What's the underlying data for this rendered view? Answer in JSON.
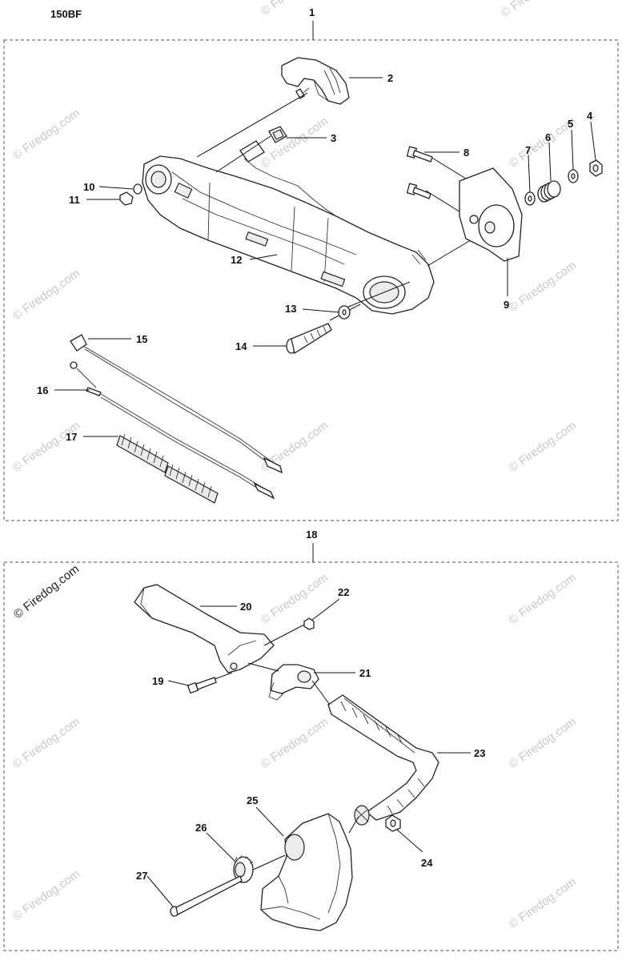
{
  "model_code": "150BF",
  "groups": [
    {
      "number": "1",
      "description": ""
    },
    {
      "number": "18",
      "description": ""
    }
  ],
  "watermarks": [
    "© Firedog.com",
    "© Firedog.com",
    "© Firedog.com",
    "© Firedog.com"
  ],
  "corner_watermark": "© Firedog.com",
  "callouts": [
    {
      "number": "2"
    },
    {
      "number": "3"
    },
    {
      "number": "4"
    },
    {
      "number": "5"
    },
    {
      "number": "6"
    },
    {
      "number": "7"
    },
    {
      "number": "8"
    },
    {
      "number": "9"
    },
    {
      "number": "10"
    },
    {
      "number": "11"
    },
    {
      "number": "12"
    },
    {
      "number": "13"
    },
    {
      "number": "14"
    },
    {
      "number": "15"
    },
    {
      "number": "16"
    },
    {
      "number": "17"
    },
    {
      "number": "19"
    },
    {
      "number": "20"
    },
    {
      "number": "21"
    },
    {
      "number": "22"
    },
    {
      "number": "23"
    },
    {
      "number": "24"
    },
    {
      "number": "25"
    },
    {
      "number": "26"
    },
    {
      "number": "27"
    }
  ]
}
